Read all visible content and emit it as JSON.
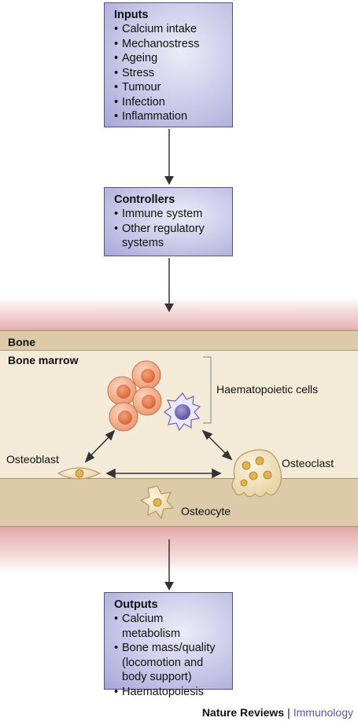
{
  "inputs": {
    "title": "Inputs",
    "items": [
      "Calcium intake",
      "Mechanostress",
      "Ageing",
      "Stress",
      "Tumour",
      "Infection",
      "Inflammation"
    ]
  },
  "controllers": {
    "title": "Controllers",
    "items": [
      "Immune system",
      "Other regulatory systems"
    ]
  },
  "bone": {
    "bone_label": "Bone",
    "marrow_label": "Bone marrow",
    "haematopoietic_label": "Haematopoietic cells",
    "osteoblast_label": "Osteoblast",
    "osteoclast_label": "Osteoclast",
    "osteocyte_label": "Osteocyte"
  },
  "outputs": {
    "title": "Outputs",
    "items": [
      "Calcium metabolism",
      "Bone mass/quality (locomotion and body support)",
      "Haematopoiesis"
    ]
  },
  "footer": {
    "journal": "Nature Reviews",
    "separator": "|",
    "section": "Immunology"
  },
  "colors": {
    "box_fill": "#c9c7e8",
    "box_border": "#55527f",
    "bone": "#dccaa9",
    "marrow": "#f4ead8",
    "blood_vessel": "#e2a6a8",
    "accent": "#5a56a6"
  }
}
